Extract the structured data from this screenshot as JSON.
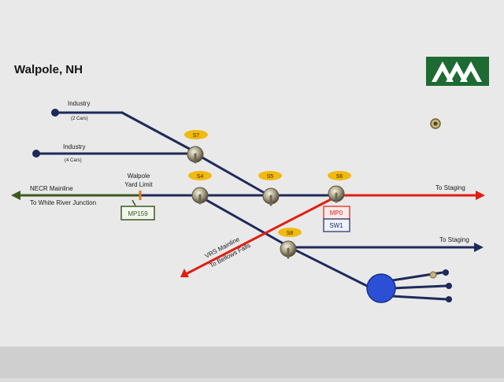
{
  "panel": {
    "title": "Walpole, NH",
    "colors": {
      "background": "#e9e9e9",
      "track": "#1f2a5a",
      "necr": "#3a5a1e",
      "vrs": "#e01e12",
      "switch_label": "#f2b90f",
      "turntable": "#2c4fd6",
      "logo": "#1d6b33"
    }
  },
  "labels": {
    "industry_1": "Industry",
    "industry_1_sub": "(2 Cars)",
    "industry_2": "Industry",
    "industry_2_sub": "(4 Cars)",
    "necr_mainline": "NECR Mainline",
    "necr_destination": "To White River Junction",
    "yard_limit_line1": "Walpole",
    "yard_limit_line2": "Yard Limit",
    "milepost_necr": "MP159",
    "milepost_vrs": "MP0",
    "switch_id": "SW1",
    "vrs_mainline": "VRS Mainline",
    "vrs_destination": "To Bellows Falls",
    "staging_upper": "To Staging",
    "staging_lower": "To Staging"
  },
  "switches": [
    "S7",
    "S4",
    "S5",
    "S6",
    "S8"
  ]
}
